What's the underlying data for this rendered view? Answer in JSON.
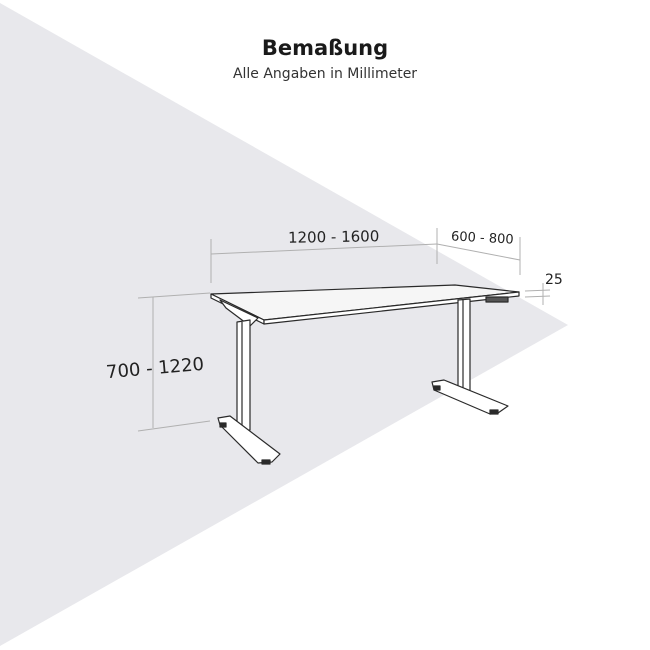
{
  "header": {
    "title": "Bemaßung",
    "subtitle": "Alle Angaben in Millimeter"
  },
  "dimensions": {
    "width": "1200 - 1600",
    "depth": "600 - 800",
    "thickness": "25",
    "height": "700 - 1220"
  },
  "colors": {
    "background": "#ffffff",
    "shadow_triangle": "#e8e8ec",
    "line": "#2a2a2a",
    "dimension_line": "#b5b5b5"
  }
}
